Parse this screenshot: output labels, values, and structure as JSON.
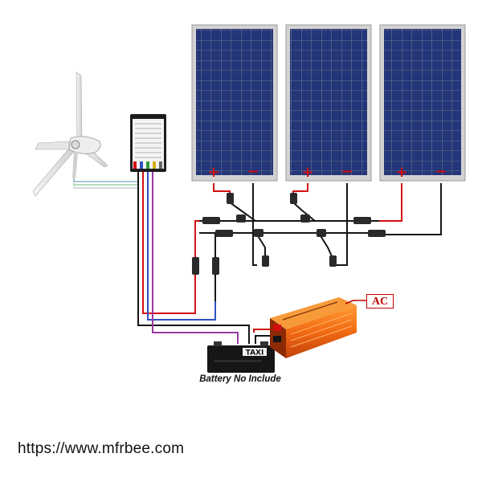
{
  "labels": {
    "battery_caption": "Battery No Include",
    "ac_label": "AC",
    "battery_brand": "TAXI",
    "watermark_url": "https://www.mfrbee.com"
  },
  "colors": {
    "panel_cell": "#1d2c66",
    "panel_frame": "#d2d2d2",
    "wire_red": "#d40f0f",
    "wire_black": "#151515",
    "wire_blue": "#3050c0",
    "inverter_orange": "#f0741c",
    "ac_red": "#c00000"
  },
  "components": {
    "solar_panels": 3,
    "wind_turbine": "wind-turbine-icon",
    "controller": "hybrid-charge-controller",
    "inverter": "power-inverter",
    "battery": "battery-icon"
  }
}
